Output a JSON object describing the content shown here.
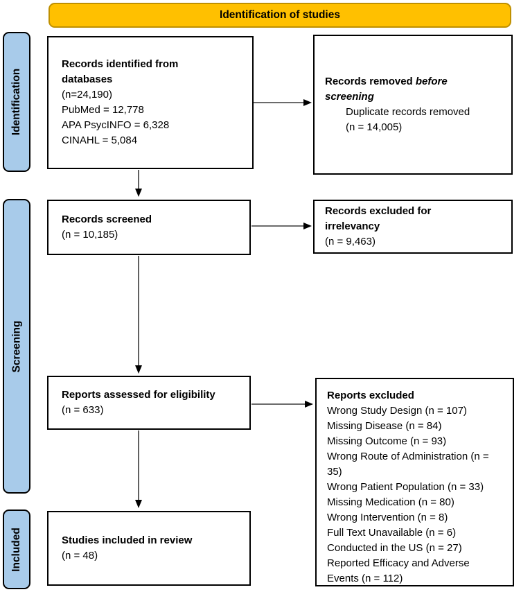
{
  "banner": {
    "label": "Identification of studies"
  },
  "sidebar": {
    "identification_label": "Identification",
    "screening_label": "Screening",
    "included_label": "Included"
  },
  "boxes": {
    "records_identified": {
      "title": "Records identified from databases",
      "lines": [
        "(n=24,190)",
        "PubMed = 12,778",
        "APA PsycINFO = 6,328",
        "CINAHL = 5,084"
      ]
    },
    "records_removed": {
      "title_plain": "Records removed ",
      "title_italic": "before screening",
      "indented_lines": [
        "Duplicate records removed",
        "(n = 14,005)"
      ]
    },
    "records_screened": {
      "title": "Records screened",
      "count": "(n = 10,185)"
    },
    "records_excluded": {
      "title": "Records excluded for irrelevancy",
      "count": "(n = 9,463)"
    },
    "reports_assessed": {
      "title": "Reports assessed for eligibility",
      "count": "(n = 633)"
    },
    "reports_excluded": {
      "title": "Reports excluded",
      "lines": [
        "Wrong Study Design (n = 107)",
        "Missing Disease (n = 84)",
        "Missing Outcome (n = 93)",
        "Wrong Route of Administration (n = 35)",
        "Wrong Patient Population (n = 33)",
        "Missing Medication (n = 80)",
        "Wrong Intervention (n = 8)",
        "Full Text Unavailable (n = 6)",
        "Conducted in the US (n = 27)",
        "Reported Efficacy and Adverse Events (n = 112)"
      ]
    },
    "studies_included": {
      "title": "Studies included in review",
      "count": "(n = 48)"
    }
  },
  "colors": {
    "banner_fill": "#FFC000",
    "banner_border": "#BF9000",
    "sidebar_fill": "#A8CBEA"
  }
}
